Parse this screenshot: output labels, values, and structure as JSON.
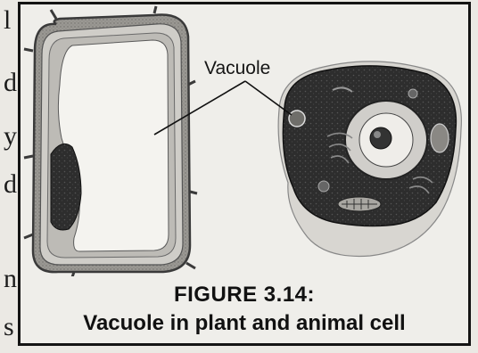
{
  "page": {
    "margin_fragments": [
      "l",
      "d",
      "y",
      "d",
      "n",
      "s"
    ]
  },
  "figure": {
    "label": "Vacuole",
    "caption_number": "FIGURE 3.14:",
    "caption_title": "Vacuole in plant and animal cell"
  }
}
